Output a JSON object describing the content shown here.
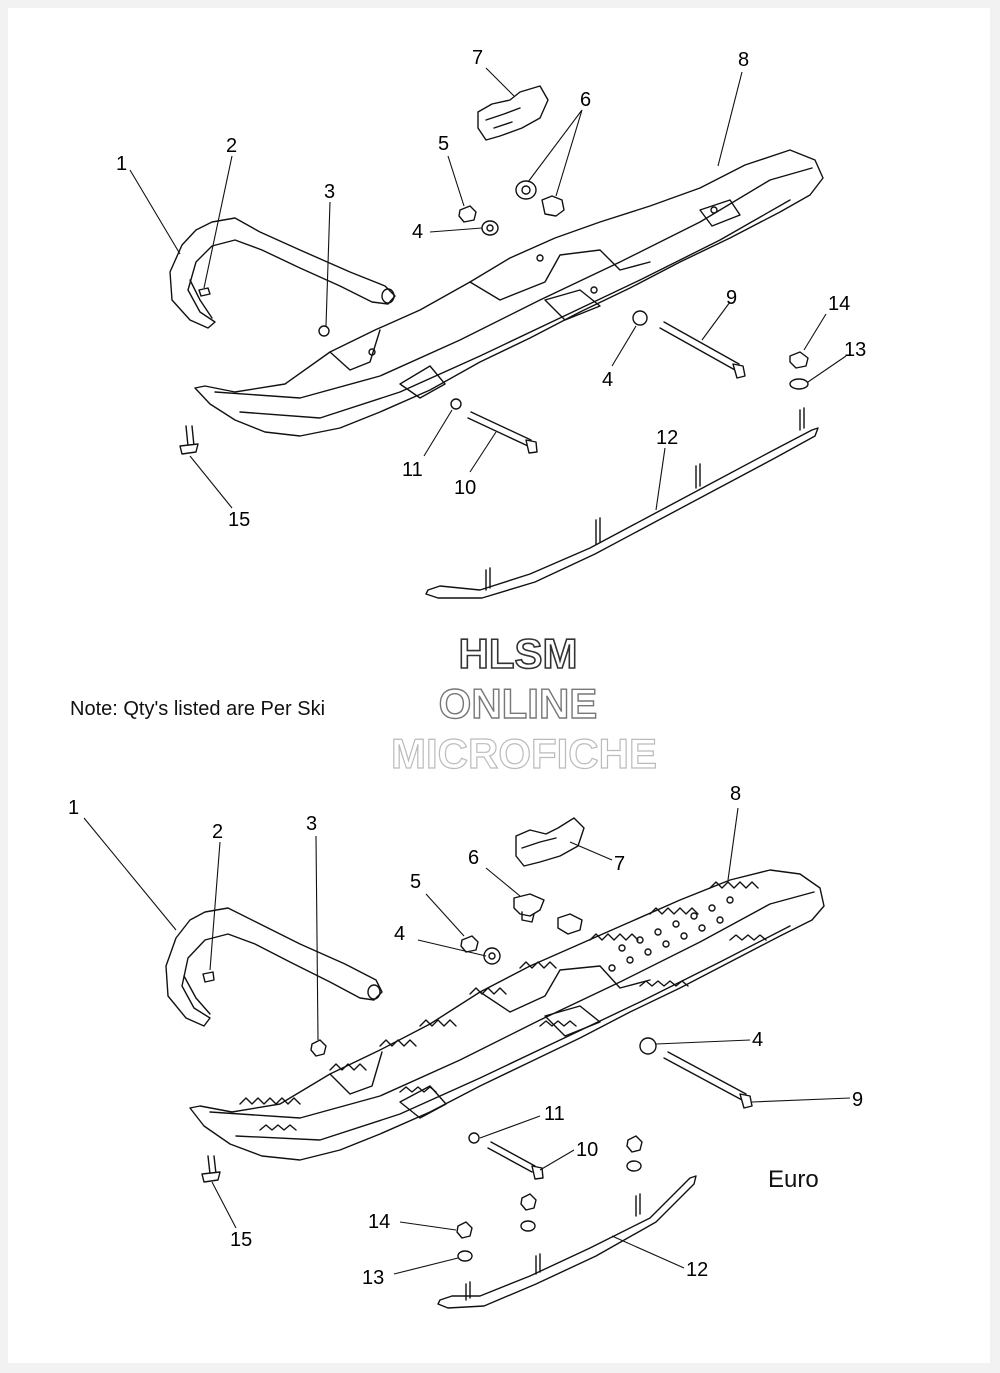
{
  "note": "Note: Qty's listed are Per Ski",
  "variant_label": "Euro",
  "watermark": [
    "HLSM",
    "ONLINE",
    "MICROFICHE"
  ],
  "top_callouts": [
    "1",
    "2",
    "3",
    "4",
    "5",
    "6",
    "7",
    "8",
    "9",
    "4",
    "14",
    "13",
    "11",
    "10",
    "12",
    "15"
  ],
  "euro_callouts": [
    "1",
    "2",
    "3",
    "4",
    "5",
    "6",
    "7",
    "8",
    "4",
    "9",
    "11",
    "10",
    "12",
    "14",
    "13",
    "15"
  ]
}
